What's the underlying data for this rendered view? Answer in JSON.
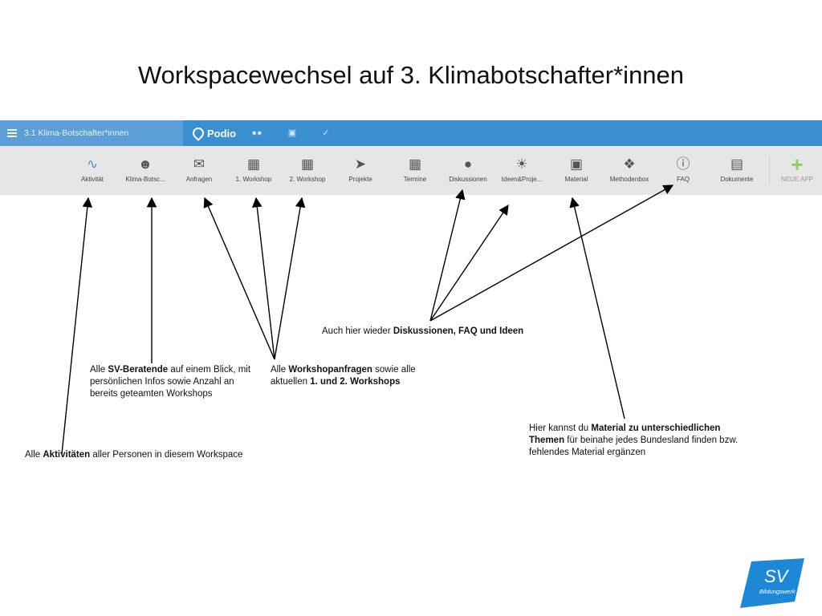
{
  "slide": {
    "title": "Workspacewechsel auf 3. Klimabotschafter*innen"
  },
  "topbar": {
    "workspace_name": "3.1 Klima-Botschafter*innen",
    "brand": "Podio",
    "icons": [
      "people-icon",
      "calendar-icon",
      "tasks-icon"
    ]
  },
  "apps": [
    {
      "label": "Aktivität",
      "icon": "activity-icon"
    },
    {
      "label": "Klima-Botsc...",
      "icon": "contacts-icon"
    },
    {
      "label": "Anfragen",
      "icon": "envelope-icon"
    },
    {
      "label": "1. Workshop",
      "icon": "workshop-icon"
    },
    {
      "label": "2. Workshop",
      "icon": "workshop-icon"
    },
    {
      "label": "Projekte",
      "icon": "rocket-icon"
    },
    {
      "label": "Termine",
      "icon": "calendar-icon"
    },
    {
      "label": "Diskussionen",
      "icon": "chat-icon"
    },
    {
      "label": "Ideen&Proje...",
      "icon": "lightbulb-icon"
    },
    {
      "label": "Material",
      "icon": "archive-icon"
    },
    {
      "label": "Methodenbox",
      "icon": "dropbox-icon"
    },
    {
      "label": "FAQ",
      "icon": "question-icon"
    },
    {
      "label": "Dokumente",
      "icon": "book-icon"
    },
    {
      "label": "NEUE APP",
      "icon": "plus-icon"
    }
  ],
  "notes": {
    "diskussionen": {
      "pre": "Auch hier wieder ",
      "bold": "Diskussionen, FAQ und Ideen"
    },
    "beratende": {
      "pre": "Alle ",
      "bold": "SV-Beratende",
      "post": " auf einem Blick, mit persönlichen Infos sowie Anzahl an bereits geteamten Workshops"
    },
    "workshop": {
      "pre": "Alle ",
      "bold": "Workshopanfragen",
      "mid": " sowie alle aktuellen ",
      "bold2": "1. und 2. Workshops"
    },
    "material": {
      "pre": "Hier kannst du ",
      "bold": "Material zu unterschiedlichen Themen",
      "post": " für beinahe jedes Bundesland finden bzw. fehlendes Material ergänzen"
    },
    "aktivitaeten": {
      "pre": "Alle ",
      "bold": "Aktivitäten",
      "post": " aller Personen in diesem Workspace"
    }
  },
  "logo": {
    "text": "SV",
    "subtext": "Bildungswerk",
    "color": "#1e88d6"
  },
  "colors": {
    "topbar": "#3a8fd0",
    "appbar": "#e6e6e6"
  }
}
